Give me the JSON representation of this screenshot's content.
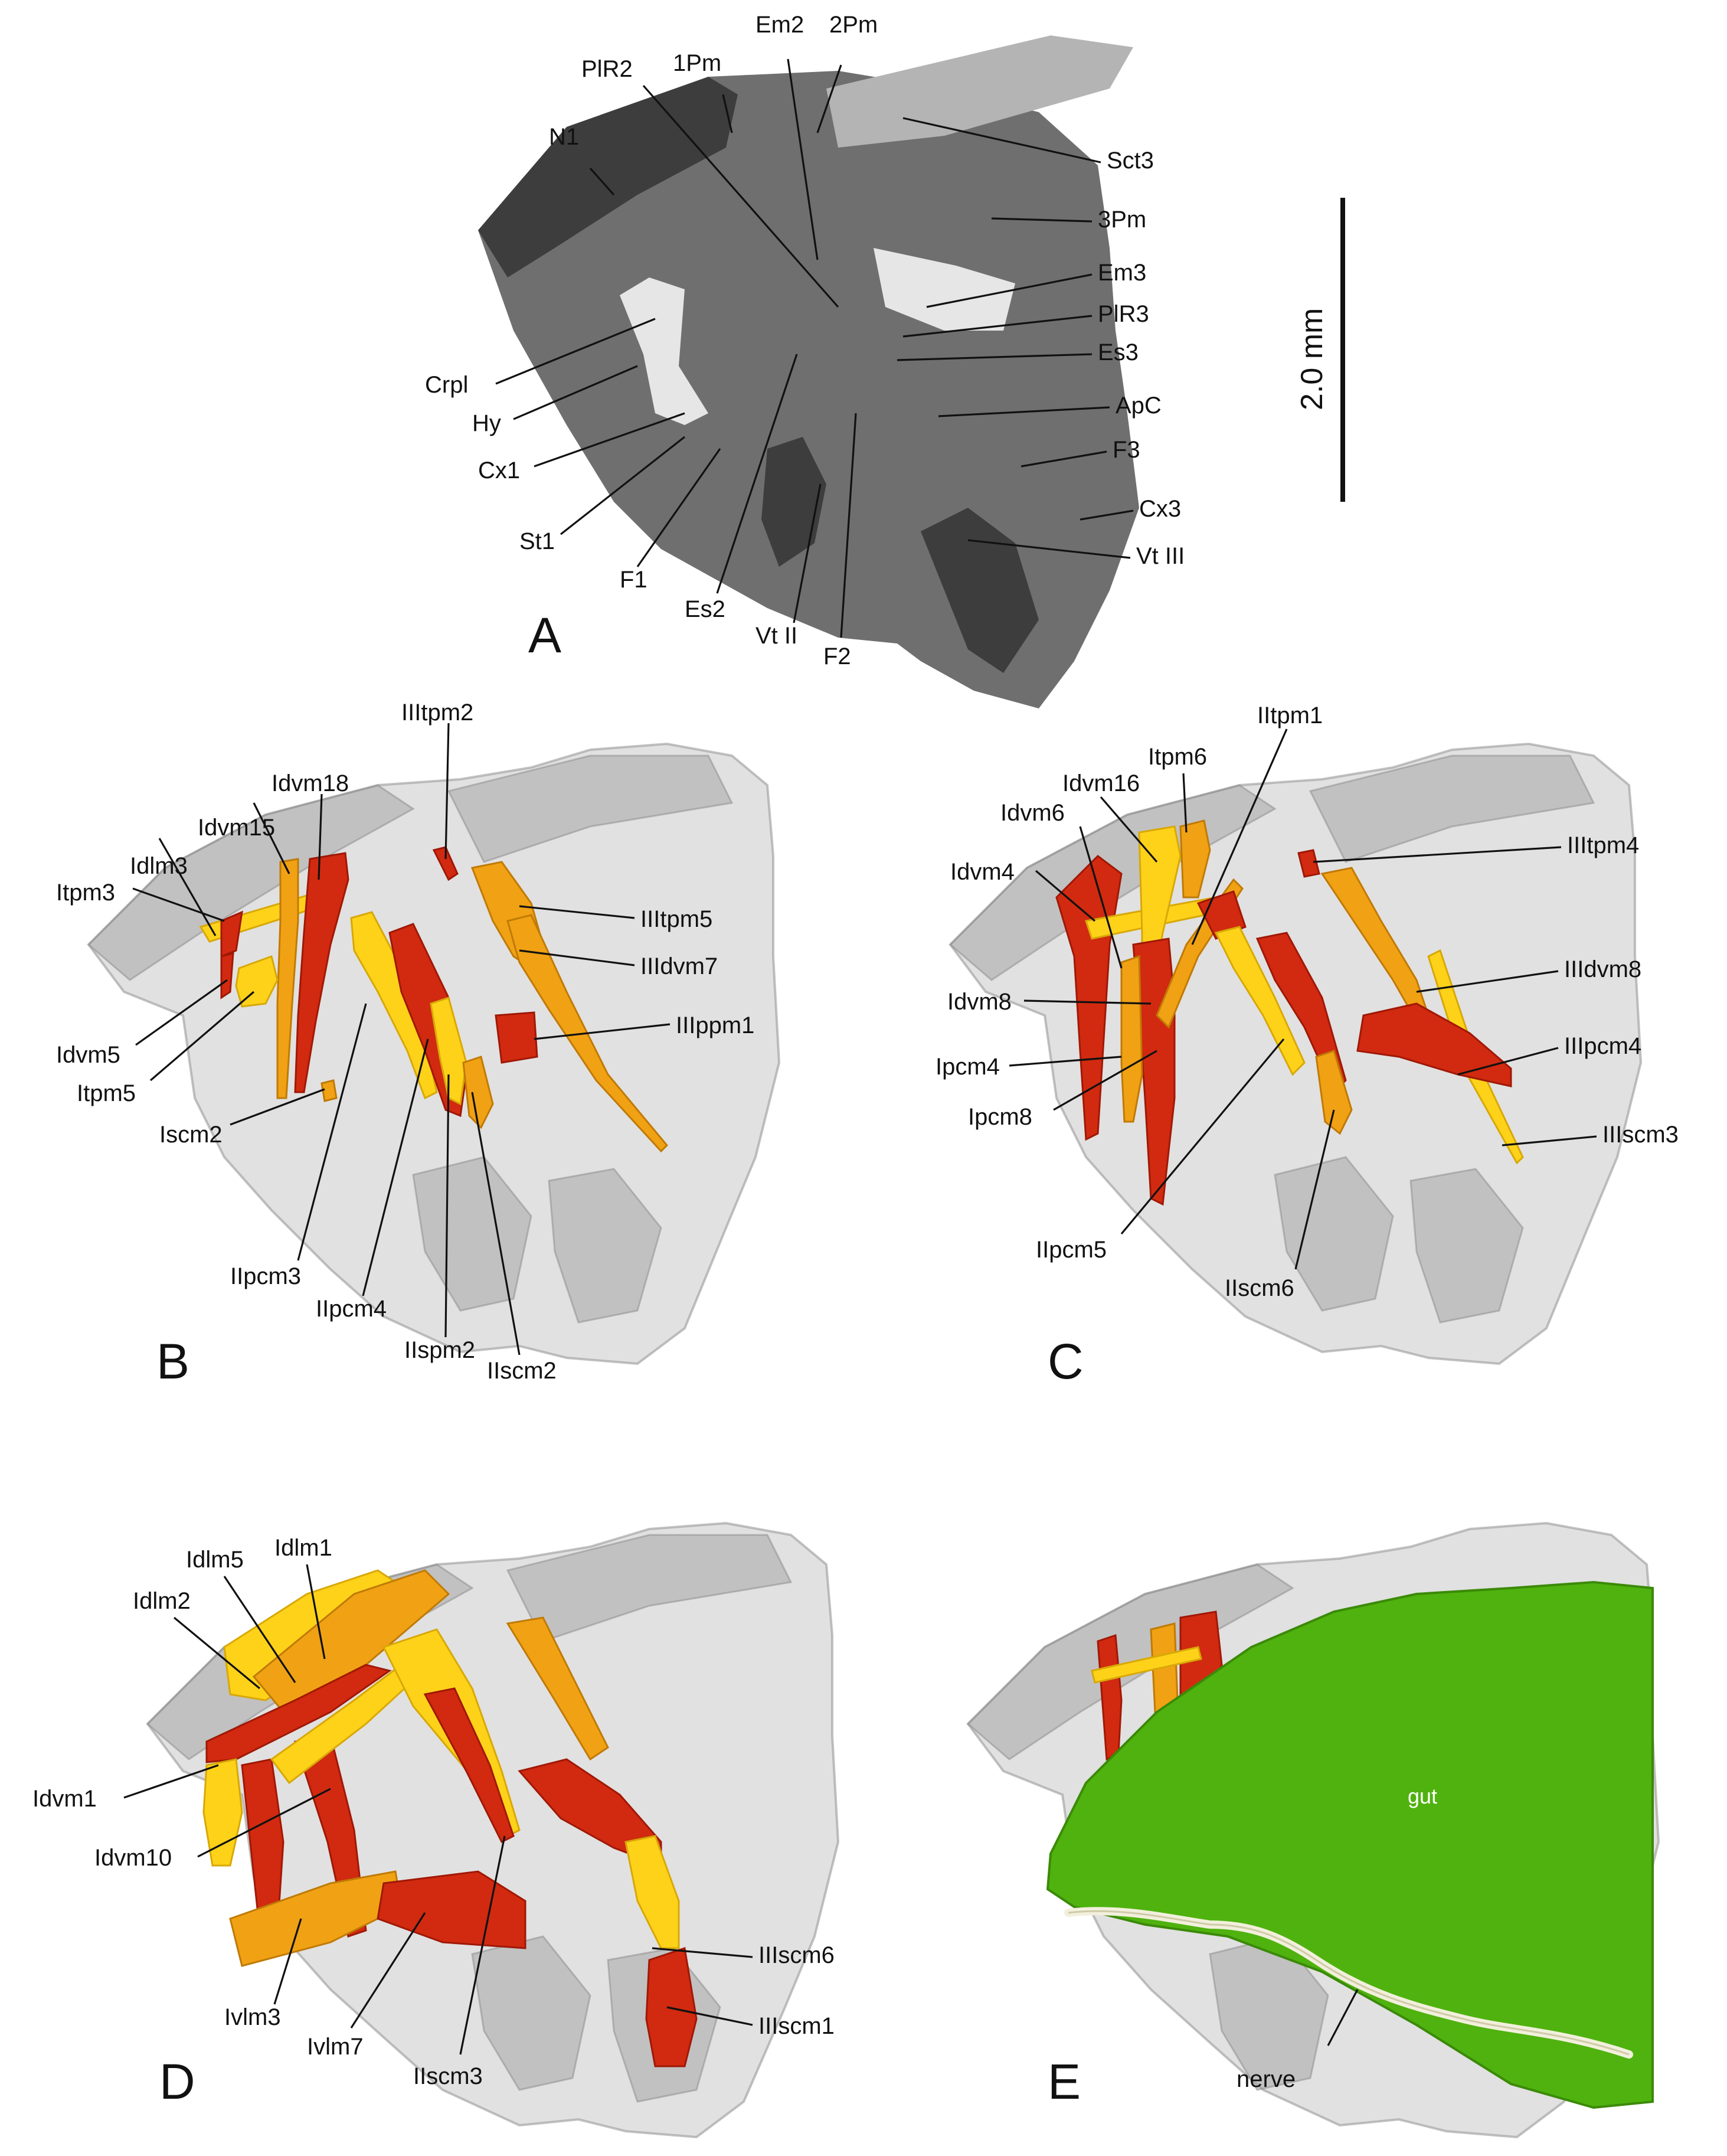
{
  "panels": {
    "A": {
      "letter": "A",
      "scale_bar": {
        "label": "2.0 mm"
      },
      "labels": {
        "N1": "N1",
        "PlR2": "PlR2",
        "1Pm": "1Pm",
        "Em2": "Em2",
        "2Pm": "2Pm",
        "Sct3": "Sct3",
        "3Pm": "3Pm",
        "Em3": "Em3",
        "PlR3": "PlR3",
        "Es3": "Es3",
        "ApC": "ApC",
        "F3": "F3",
        "Cx3": "Cx3",
        "VtIII": "Vt III",
        "Crpl": "Crpl",
        "Hy": "Hy",
        "Cx1": "Cx1",
        "St1": "St1",
        "F1": "F1",
        "Es2": "Es2",
        "VtII": "Vt II",
        "F2": "F2"
      }
    },
    "B": {
      "letter": "B",
      "labels": {
        "Idlm3": "Idlm3",
        "Idvm15": "Idvm15",
        "Idvm18": "Idvm18",
        "IIItpm2": "IIItpm2",
        "Itpm3": "Itpm3",
        "IIItpm5": "IIItpm5",
        "IIIdvm7": "IIIdvm7",
        "IIIppm1": "IIIppm1",
        "Idvm5": "Idvm5",
        "Itpm5": "Itpm5",
        "Iscm2": "Iscm2",
        "IIpcm3": "IIpcm3",
        "IIpcm4": "IIpcm4",
        "IIspm2": "IIspm2",
        "IIscm2": "IIscm2"
      }
    },
    "C": {
      "letter": "C",
      "labels": {
        "IItpm1": "IItpm1",
        "Itpm6": "Itpm6",
        "Idvm16": "Idvm16",
        "Idvm6": "Idvm6",
        "Idvm4": "Idvm4",
        "IIItpm4": "IIItpm4",
        "IIIdvm8": "IIIdvm8",
        "Idvm8": "Idvm8",
        "IIIpcm4": "IIIpcm4",
        "Ipcm4": "Ipcm4",
        "Ipcm8": "Ipcm8",
        "IIIscm3": "IIIscm3",
        "IIpcm5": "IIpcm5",
        "IIscm6": "IIscm6"
      }
    },
    "D": {
      "letter": "D",
      "labels": {
        "Idlm1": "Idlm1",
        "Idlm5": "Idlm5",
        "Idlm2": "Idlm2",
        "Idvm1": "Idvm1",
        "Idvm10": "Idvm10",
        "IIIscm6": "IIIscm6",
        "IIIscm1": "IIIscm1",
        "Ivlm3": "Ivlm3",
        "Ivlm7": "Ivlm7",
        "IIscm3": "IIscm3"
      }
    },
    "E": {
      "letter": "E",
      "labels": {
        "gut": "gut",
        "nerve": "nerve"
      }
    }
  },
  "colors": {
    "muscle_red": "#d12a10",
    "muscle_orange": "#f0a214",
    "muscle_yellow": "#ffd21a",
    "gut_green": "#4fb20e",
    "nerve_white": "#f2f0dc",
    "exoskeleton_gray": "#c8c8c8"
  }
}
